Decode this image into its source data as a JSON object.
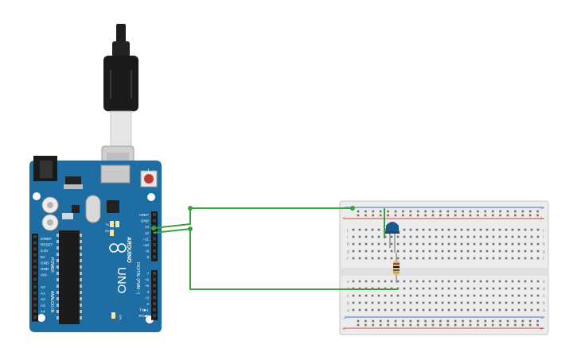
{
  "arduino": {
    "model_text": "UNO",
    "brand_text": "ARDUINO",
    "on_label": "ON",
    "tx_label": "TX",
    "rx_label": "RX",
    "l_label": "L",
    "digital_label": "DIGITAL (PWM ~)",
    "power_label": "POWER",
    "analog_label": "ANALOG IN",
    "header_top_labels": [
      "AREF",
      "GND",
      "13",
      "12",
      "~11",
      "~10",
      "~9",
      "8"
    ],
    "header_top2_labels": [
      "7",
      "~6",
      "~5",
      "4",
      "~3",
      "2",
      "TX▶1",
      "RX◀0"
    ],
    "power_labels": [
      "IOREF",
      "RESET",
      "3.3V",
      "5V",
      "GND",
      "GND",
      "VIN"
    ],
    "analog_labels": [
      "A0",
      "A1",
      "A2",
      "A3",
      "A4",
      "A5"
    ]
  },
  "breadboard": {
    "row_labels_top": [
      "j",
      "i",
      "h",
      "g",
      "f"
    ],
    "row_labels_bottom": [
      "e",
      "d",
      "c",
      "b",
      "a"
    ],
    "rail_plus": "+",
    "rail_minus": "−",
    "column_count": 30
  },
  "colors": {
    "board_blue": "#1f6ea3",
    "wire_green": "#3aa23a",
    "rail_red": "#d64545",
    "rail_blue": "#4a6fc7",
    "breadboard": "#ececec",
    "led_blue": "#1b5c8f"
  }
}
